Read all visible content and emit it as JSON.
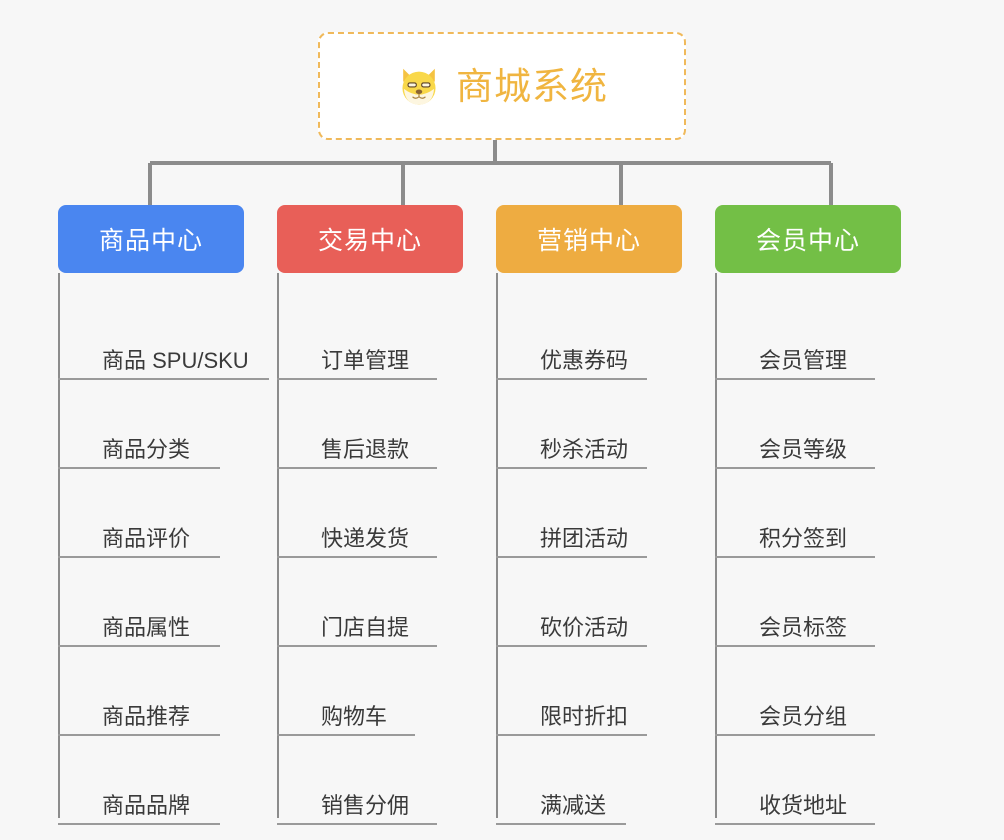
{
  "root": {
    "title": "商城系统",
    "icon": "shiba-dog-icon",
    "border_color": "#f0b95a",
    "text_color": "#f0b540"
  },
  "canvas": {
    "background": "#f7f7f7",
    "connector_color": "#8c8c8c"
  },
  "columns": [
    {
      "title": "商品中心",
      "color": "#4a86f0",
      "items": [
        "商品 SPU/SKU",
        "商品分类",
        "商品评价",
        "商品属性",
        "商品推荐",
        "商品品牌"
      ]
    },
    {
      "title": "交易中心",
      "color": "#e85f58",
      "items": [
        "订单管理",
        "售后退款",
        "快递发货",
        "门店自提",
        "购物车",
        "销售分佣"
      ]
    },
    {
      "title": "营销中心",
      "color": "#eeac41",
      "items": [
        "优惠券码",
        "秒杀活动",
        "拼团活动",
        "砍价活动",
        "限时折扣",
        "满减送"
      ]
    },
    {
      "title": "会员中心",
      "color": "#73bf46",
      "items": [
        "会员管理",
        "会员等级",
        "积分签到",
        "会员标签",
        "会员分组",
        "收货地址"
      ]
    }
  ]
}
